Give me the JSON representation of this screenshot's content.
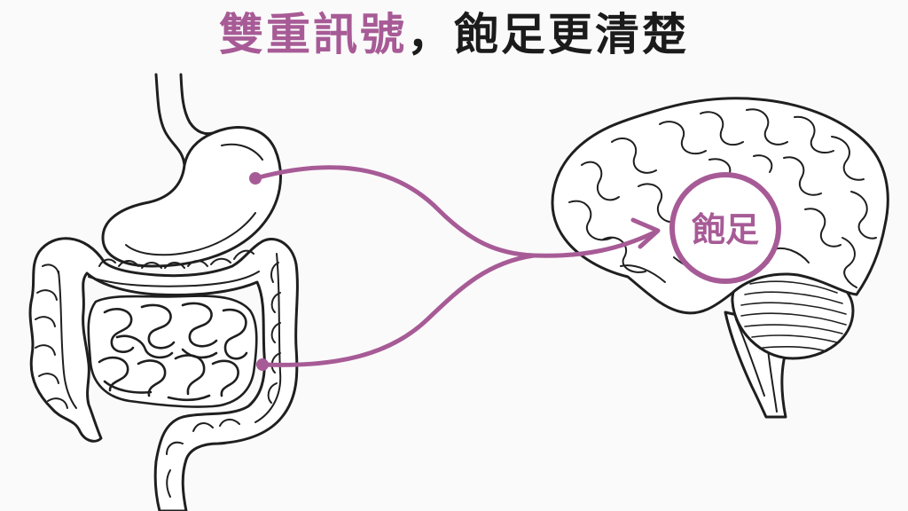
{
  "title": {
    "highlight": "雙重訊號",
    "rest": "，飽足更清楚"
  },
  "brain": {
    "satiety_label": "飽足"
  },
  "colors": {
    "accent": "#a75b96",
    "text_dark": "#1b1b1b",
    "line_art": "#1f1f1f",
    "background": "#fbfafa"
  },
  "icons": [
    "stomach-icon",
    "intestines-icon",
    "brain-icon",
    "arrow-icon"
  ]
}
